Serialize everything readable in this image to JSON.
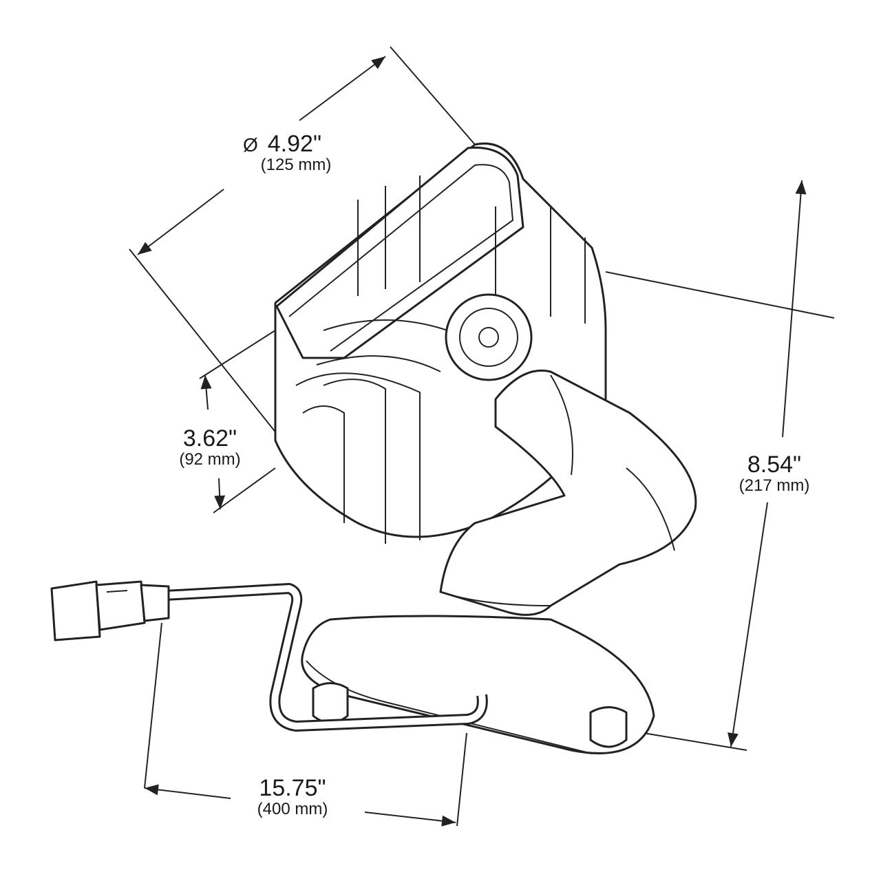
{
  "dimensions": {
    "diameter": {
      "symbol": "Ø",
      "imperial": "4.92\"",
      "metric": "(125 mm)"
    },
    "depth": {
      "imperial": "3.62\"",
      "metric": "(92 mm)"
    },
    "height": {
      "imperial": "8.54\"",
      "metric": "(217 mm)"
    },
    "cable_length": {
      "imperial": "15.75\"",
      "metric": "(400 mm)"
    }
  },
  "colors": {
    "line": "#222222",
    "background": "#ffffff"
  }
}
